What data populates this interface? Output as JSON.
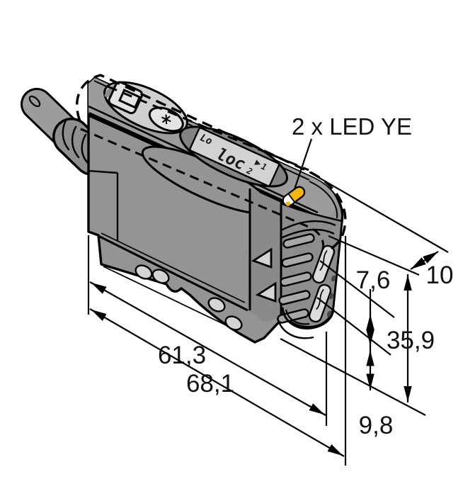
{
  "figure": {
    "kind": "technical dimension drawing of fiber amplifier sensor",
    "led_label": "2 x LED YE",
    "dimensions": {
      "top_depth": "10",
      "fiber_slot_pitch": "7,6",
      "front_height": "35,9",
      "body_length": "61,3",
      "overall_length": "68,1",
      "bottom_offset": "9,8"
    },
    "display": {
      "segment1": "Lo",
      "segment2": "loc",
      "channel1": "1",
      "channel2": "2"
    },
    "colors": {
      "background": "#ffffff",
      "body_gray": "#949494",
      "strip_gray": "#9c9c9c",
      "cap_gray": "#8d8d8d",
      "recess_dark": "#838383",
      "panel_light": "#d6d6d6",
      "button_light": "#e4e4e4",
      "led_yellow": "#f5b70a",
      "line": "#000000"
    }
  }
}
